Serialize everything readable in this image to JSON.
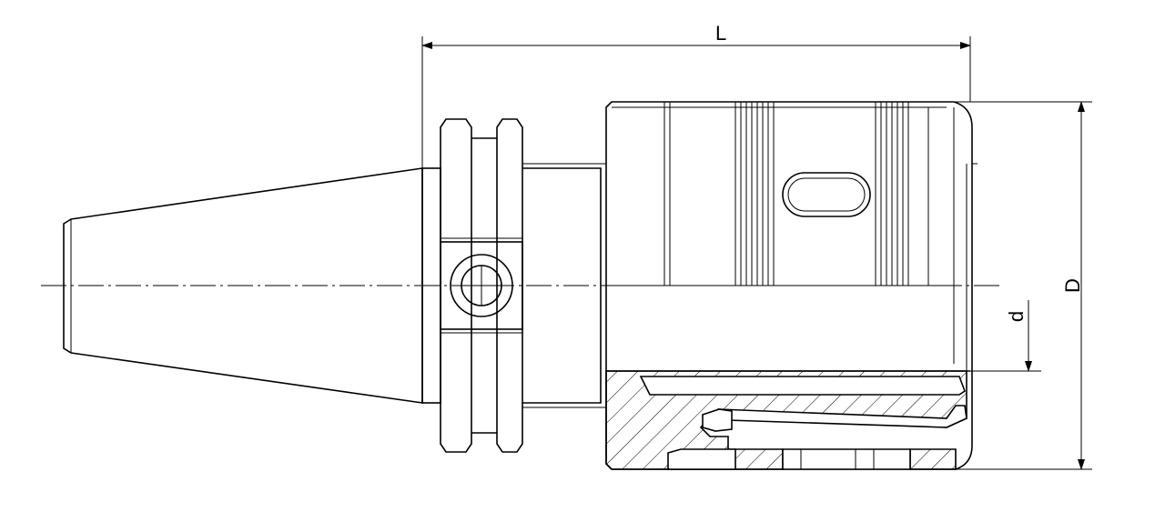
{
  "dimensions": {
    "length_label": "L",
    "outer_diameter_label": "D",
    "bore_diameter_label": "d"
  },
  "colors": {
    "line": "#000000",
    "background": "#ffffff"
  }
}
